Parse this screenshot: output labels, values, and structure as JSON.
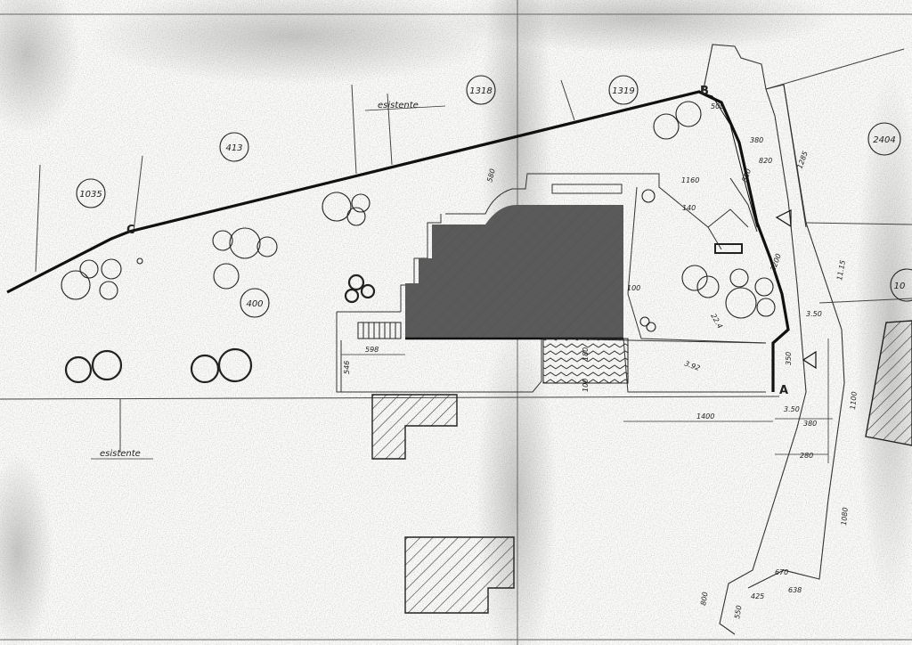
{
  "parcels": [
    "1318",
    "1319",
    "2404",
    "413",
    "1035",
    "400",
    "10"
  ],
  "labels": {
    "existing_top": "esistente",
    "existing_bottom": "esistente"
  },
  "points": {
    "a": "A",
    "b": "B",
    "c": "C"
  },
  "dimensions": [
    "500",
    "380",
    "820",
    "1285",
    "1160",
    "880",
    "2200",
    "140",
    "100",
    "22.4",
    "3.92",
    "546",
    "598",
    "580",
    "180",
    "100",
    "1400",
    "350",
    "380",
    "280",
    "1100",
    "11.15",
    "1080",
    "670",
    "425",
    "550",
    "638",
    "800",
    "3.50",
    "3.50"
  ]
}
